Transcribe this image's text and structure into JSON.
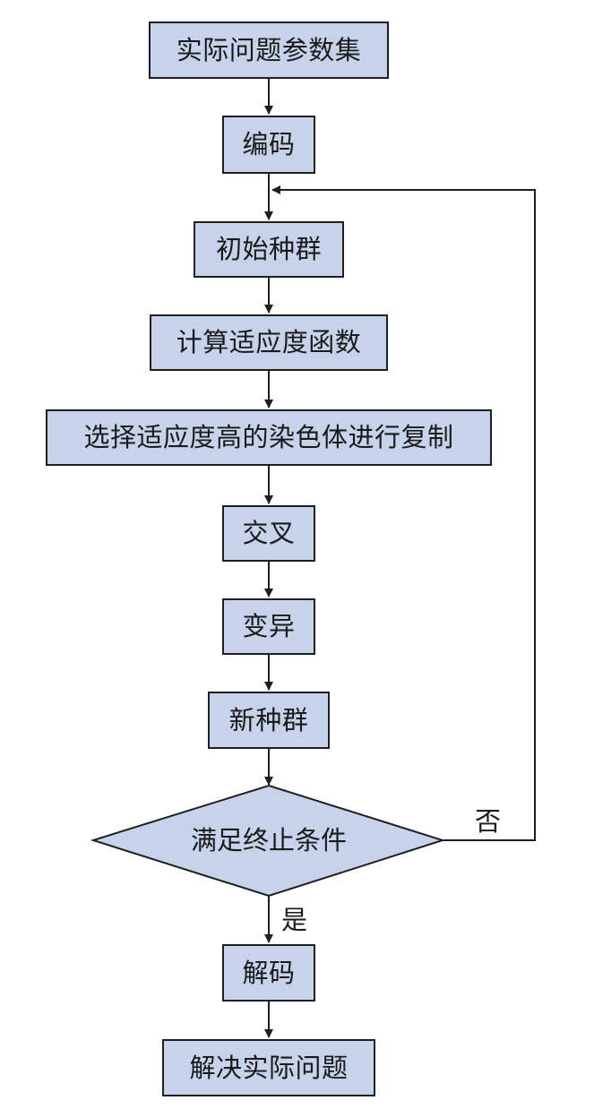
{
  "steps": {
    "params": "实际问题参数集",
    "encode": "编码",
    "init_population": "初始种群",
    "fitness": "计算适应度函数",
    "select_copy": "选择适应度高的染色体进行复制",
    "crossover": "交叉",
    "mutation": "变异",
    "new_population": "新种群",
    "decode": "解码",
    "solve": "解决实际问题"
  },
  "decision": {
    "condition": "满足终止条件",
    "no_label": "否",
    "yes_label": "是"
  },
  "colors": {
    "box_fill": "#c6d3ea",
    "stroke": "#1f1f1f"
  }
}
